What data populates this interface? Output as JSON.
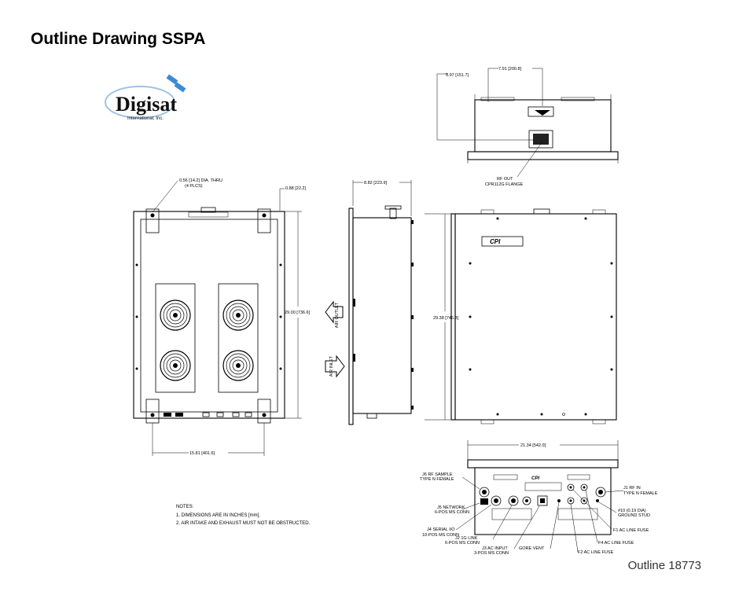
{
  "title": "Outline Drawing SSPA",
  "outline_number": "Outline 18773",
  "logo": {
    "name": "Digisat",
    "subtitle": "International, Inc."
  },
  "dimensions": {
    "top_depth": "5.97 [151.7]",
    "top_width": "7.91 [200.8]",
    "rf_out": "RF OUT",
    "rf_out_flange": "CPR112G FLANGE",
    "hole": "0.56 [14.2] DIA. THRU",
    "hole_count": "(4 PLCS)",
    "edge_offset": "0.88 [22.2]",
    "side_depth": "8.82 [223.9]",
    "front_height": "29.00 [736.6]",
    "rear_height": "29.38 [746.3]",
    "bottom_width": "15.81 [401.6]",
    "overall_width": "21.34 [542.0]"
  },
  "airflow": {
    "out": "AIR OUTLET",
    "in": "AIR INLET"
  },
  "connectors": {
    "j6_a": "J6 RF SAMPLE",
    "j6_b": "TYPE N FEMALE",
    "j5_a": "J5 NETWORK",
    "j5_b": "6-POS MS CONN",
    "j4_a": "J4 SERIAL I/O",
    "j4_b": "10-POS MS CONN",
    "j2_a": "J2 1G LINK",
    "j2_b": "6-POS MS CONN",
    "j3_a": "J3 AC INPUT",
    "j3_b": "3-POS MS CONN",
    "gore": "GORE VENT",
    "j1_a": "J1 RF IN",
    "j1_b": "TYPE N FEMALE",
    "gnd_a": "#10 (0.19 DIA)",
    "gnd_b": "GROUND STUD",
    "f1": "F1 AC LINE FUSE",
    "f4": "F4 AC LINE FUSE",
    "f2": "F2 AC LINE FUSE"
  },
  "notes": {
    "heading": "NOTES:",
    "n1": "1. DIMENSIONS ARE IN INCHES [mm].",
    "n2": "2. AIR INTAKE AND EXHAUST MUST NOT BE OBSTRUCTED."
  }
}
